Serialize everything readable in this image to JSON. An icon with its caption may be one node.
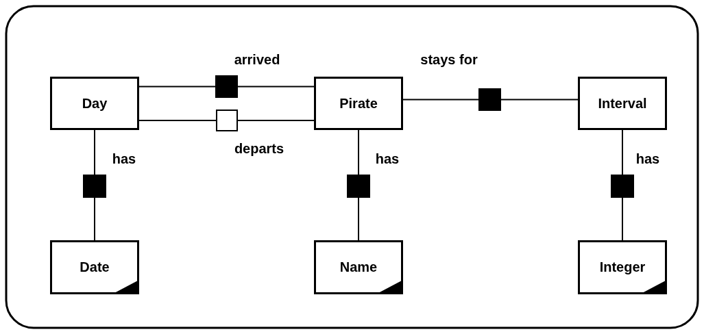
{
  "diagram": {
    "nodes": [
      {
        "text": [
          "Day"
        ]
      },
      {
        "text": [
          "Pirate"
        ]
      },
      {
        "text": [
          "Interval"
        ]
      },
      {
        "text": [],
        "shape": "square",
        "beside": [
          "arrived"
        ]
      },
      {
        "text": [],
        "shape": "box",
        "beside": [
          "departs"
        ]
      },
      {
        "text": [],
        "shape": "square",
        "beside": [
          "stays for"
        ]
      },
      {
        "text": [],
        "shape": "square",
        "beside": [
          "has"
        ]
      },
      {
        "text": [],
        "shape": "square",
        "beside": [
          "has"
        ]
      },
      {
        "text": [],
        "shape": "square",
        "beside": [
          "has"
        ]
      },
      {
        "text": [
          "Date"
        ]
      },
      {
        "text": [
          "Name"
        ]
      },
      {
        "text": [
          "Integer"
        ]
      }
    ],
    "edges": [
      {
        "from": 0,
        "to": 3,
        "arrow": "none"
      },
      {
        "from": 3,
        "to": 1,
        "arrow": "none"
      },
      {
        "from": 0,
        "to": 4,
        "arrow": "none"
      },
      {
        "from": 4,
        "to": 1,
        "arrow": "none"
      },
      {
        "from": 1,
        "to": 5,
        "arrow": "none"
      },
      {
        "from": 5,
        "to": 2,
        "arrow": "none"
      },
      {
        "from": 0,
        "to": 6,
        "arrow": "none"
      },
      {
        "from": 6,
        "to": 9,
        "arrow": "none"
      },
      {
        "from": 1,
        "to": 7,
        "arrow": "none"
      },
      {
        "from": 7,
        "to": 10,
        "arrow": "none"
      },
      {
        "from": 2,
        "to": 8,
        "arrow": "none"
      },
      {
        "from": 8,
        "to": 11,
        "arrow": "none"
      }
    ]
  }
}
